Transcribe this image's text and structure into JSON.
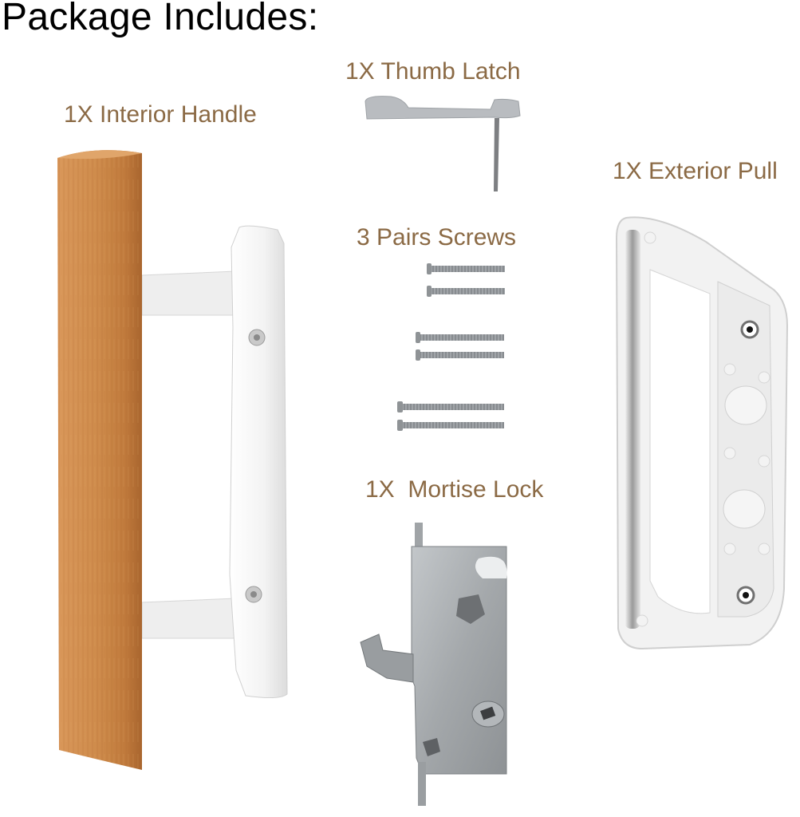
{
  "heading": "Package Includes:",
  "items": [
    {
      "id": "thumb-latch",
      "label": "1X Thumb Latch",
      "quantity": 1
    },
    {
      "id": "interior-handle",
      "label": "1X Interior Handle",
      "quantity": 1
    },
    {
      "id": "exterior-pull",
      "label": "1X Exterior Pull",
      "quantity": 1
    },
    {
      "id": "screws",
      "label": "3 Pairs Screws",
      "quantity": 6
    },
    {
      "id": "mortise-lock",
      "label": "1X  Mortise Lock",
      "quantity": 1
    }
  ],
  "colors": {
    "heading": "#000000",
    "label": "#8b6a45",
    "wood": "#c98a48",
    "white_metal": "#f4f4f4",
    "zinc": "#a9adb0"
  }
}
